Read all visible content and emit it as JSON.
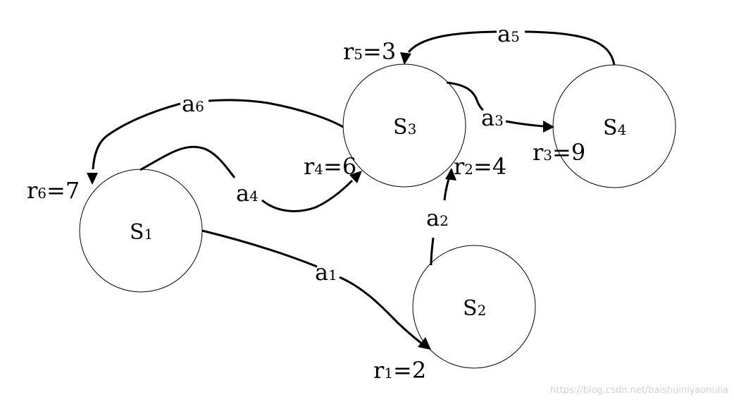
{
  "states": {
    "s1": {
      "letter": "S",
      "index": "1"
    },
    "s2": {
      "letter": "S",
      "index": "2"
    },
    "s3": {
      "letter": "S",
      "index": "3"
    },
    "s4": {
      "letter": "S",
      "index": "4"
    }
  },
  "actions": {
    "a1": {
      "letter": "a",
      "index": "1"
    },
    "a2": {
      "letter": "a",
      "index": "2"
    },
    "a3": {
      "letter": "a",
      "index": "3"
    },
    "a4": {
      "letter": "a",
      "index": "4"
    },
    "a5": {
      "letter": "a",
      "index": "5"
    },
    "a6": {
      "letter": "a",
      "index": "6"
    }
  },
  "rewards": {
    "r1": {
      "letter": "r",
      "index": "1",
      "value": "=2"
    },
    "r2": {
      "letter": "r",
      "index": "2",
      "value": "=4"
    },
    "r3": {
      "letter": "r",
      "index": "3",
      "value": "=9"
    },
    "r4": {
      "letter": "r",
      "index": "4",
      "value": "=6"
    },
    "r5": {
      "letter": "r",
      "index": "5",
      "value": "=3"
    },
    "r6": {
      "letter": "r",
      "index": "6",
      "value": "=7"
    }
  },
  "watermark": "https://blog.csdn.net/baishuiniyaonulia",
  "colors": {
    "line": "#000000",
    "background": "#ffffff",
    "watermark": "#d2d2d2"
  }
}
